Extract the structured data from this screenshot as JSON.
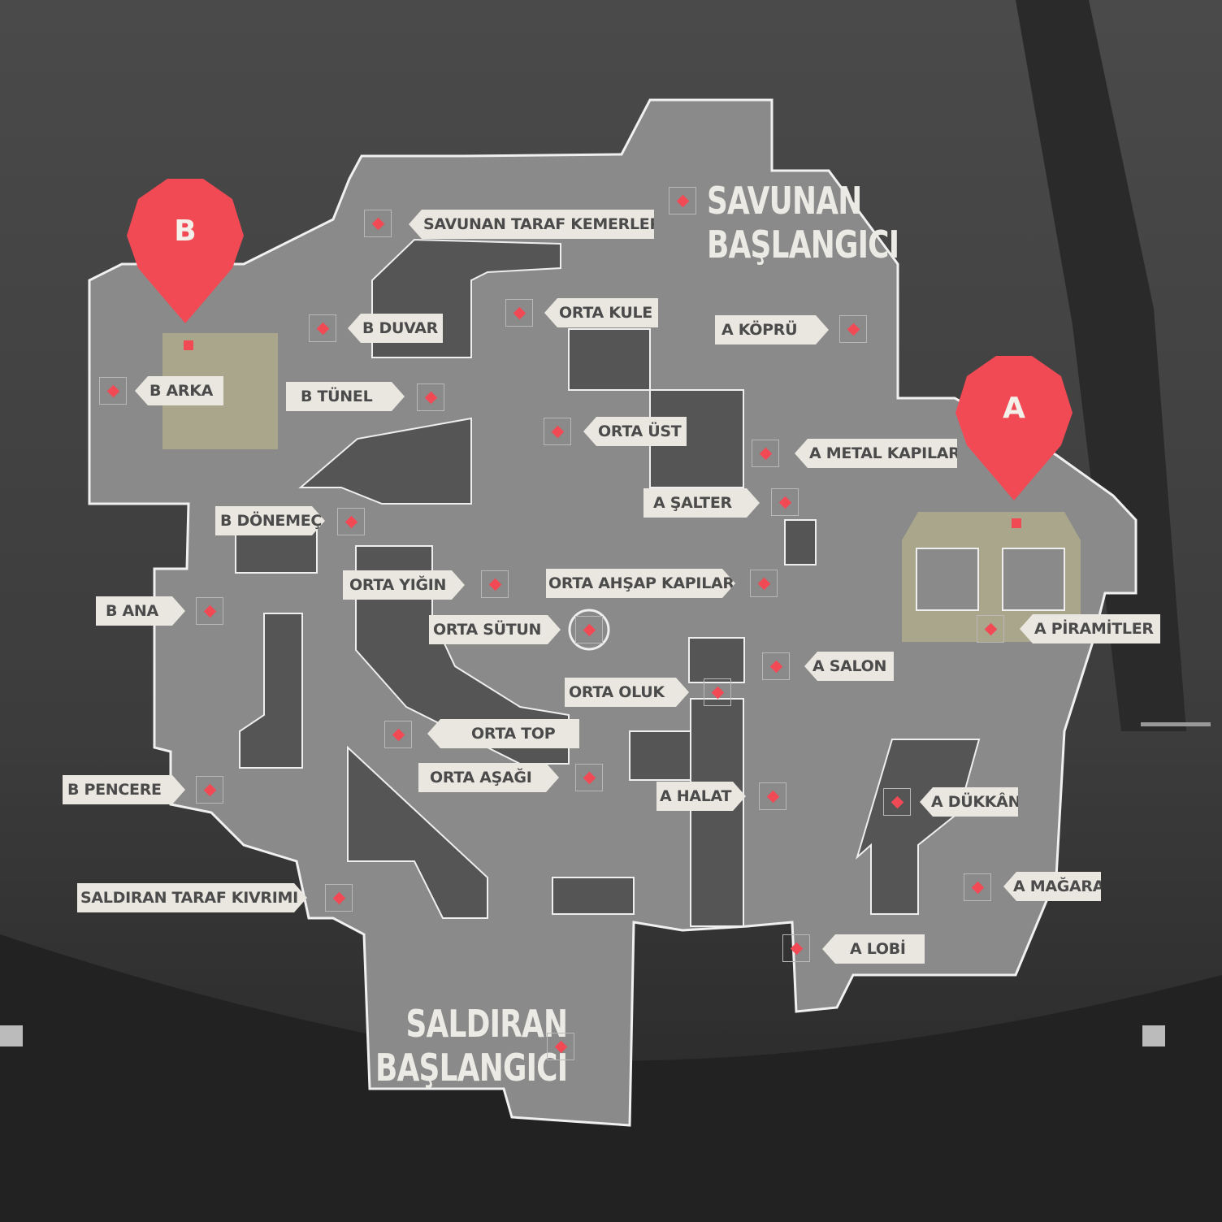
{
  "colors": {
    "pin": "#f24a55",
    "floor": "#8a8a8a",
    "wall": "#555555",
    "label_bg": "#e9e7e0",
    "label_text": "#4b4b4b",
    "site": "#a9a68c"
  },
  "sites": {
    "b": "B",
    "a": "A"
  },
  "spawns": {
    "defender": [
      "SAVUNAN",
      "BAŞLANGICI"
    ],
    "attacker": [
      "SALDIRAN",
      "BAŞLANGICI"
    ]
  },
  "callouts": [
    "SAVUNAN TARAF KEMERLERİ",
    "B DUVAR",
    "ORTA KULE",
    "A KÖPRÜ",
    "B ARKA",
    "B TÜNEL",
    "ORTA ÜST",
    "A METAL KAPILAR",
    "A ŞALTER",
    "B DÖNEMEÇ",
    "ORTA YIĞIN",
    "ORTA AHŞAP KAPILAR",
    "B ANA",
    "ORTA SÜTUN",
    "A PİRAMİTLER",
    "A SALON",
    "ORTA OLUK",
    "ORTA TOP",
    "ORTA AŞAĞI",
    "B PENCERE",
    "A HALAT",
    "A DÜKKÂN",
    "A MAĞARA",
    "SALDIRAN TARAF KIVRIMI",
    "A LOBİ"
  ]
}
